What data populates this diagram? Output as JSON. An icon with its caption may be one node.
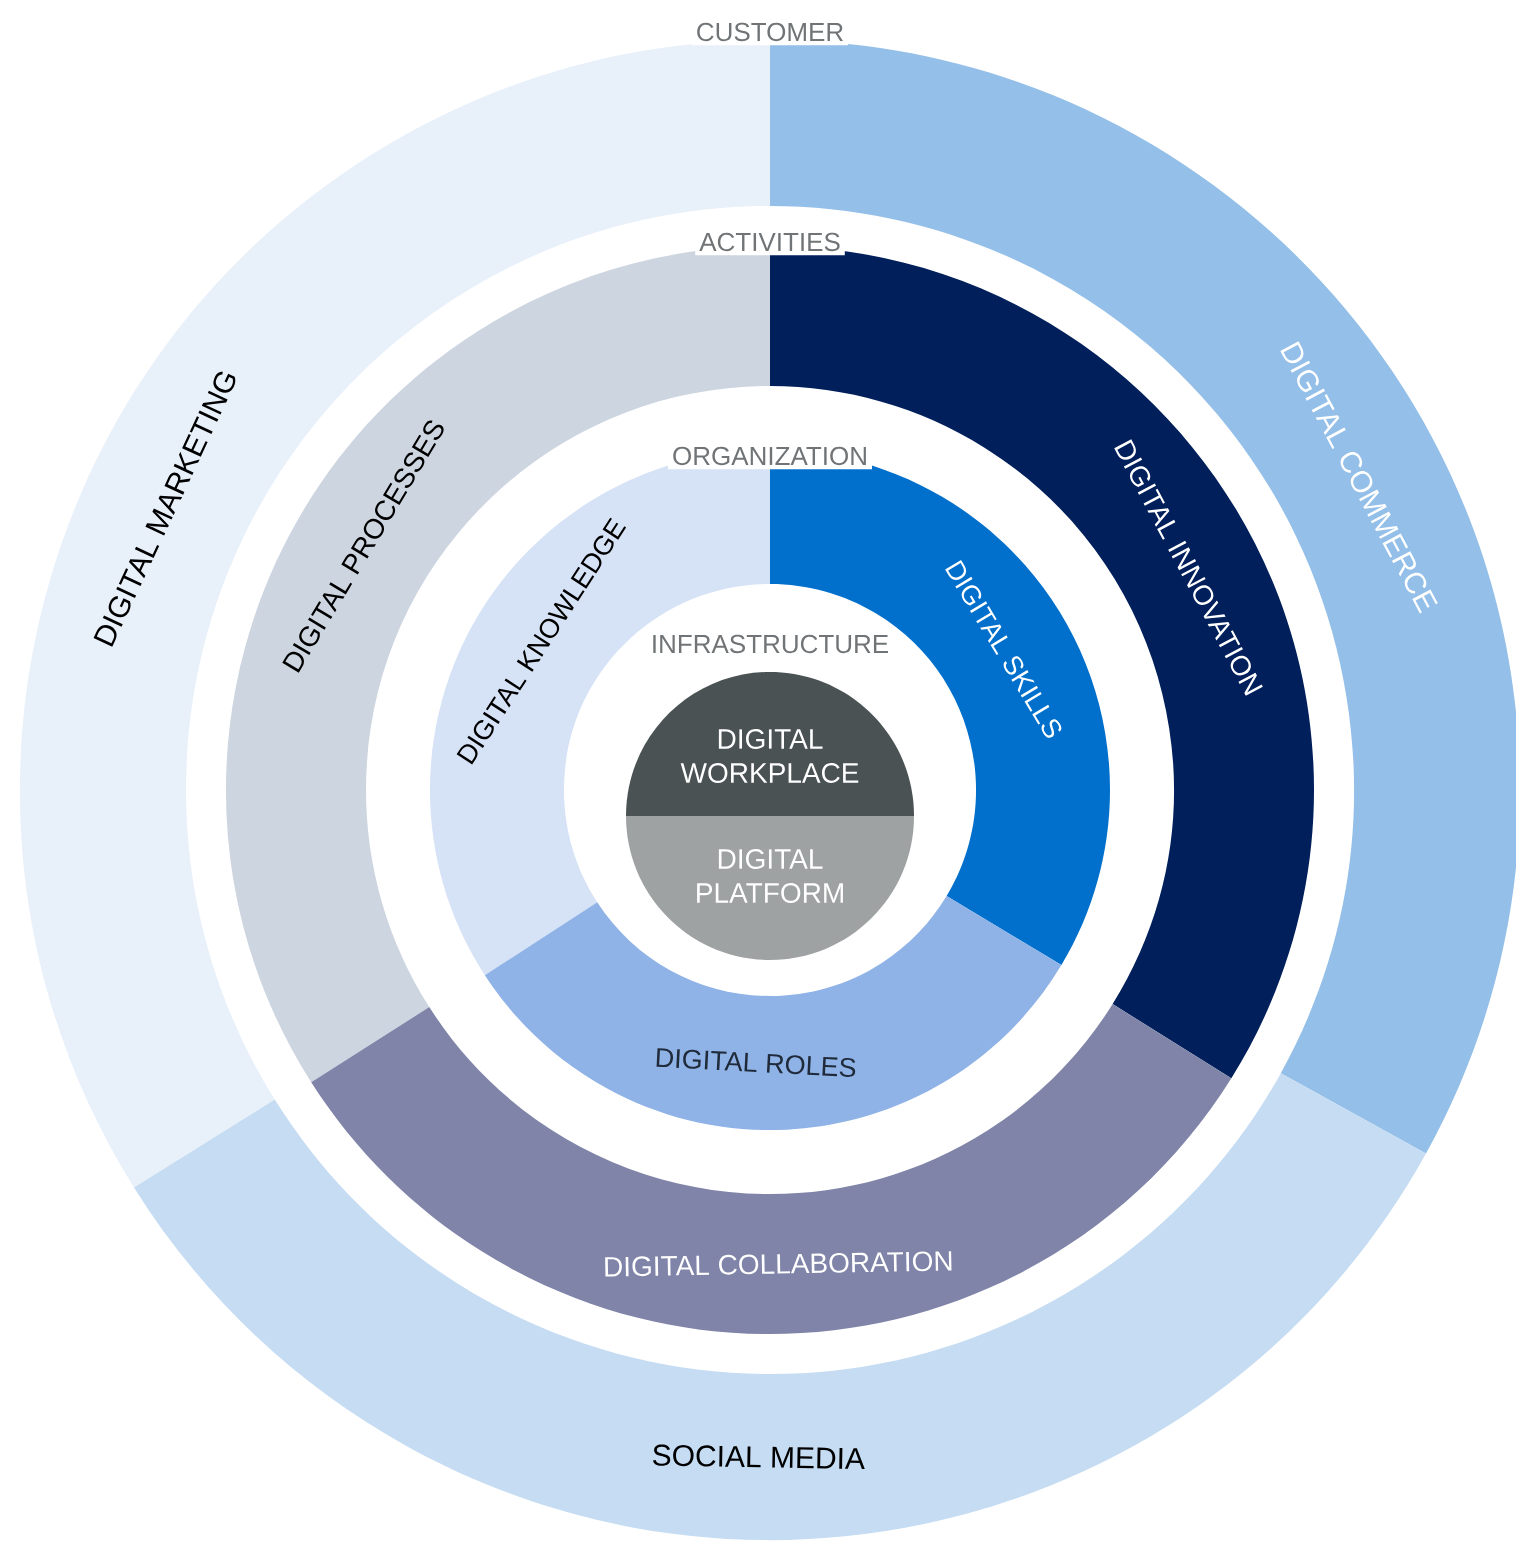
{
  "diagram": {
    "nodes": [
      {
        "text": [
          "DIGITAL MARKETING"
        ]
      },
      {
        "text": [
          "DIGITAL COMMERCE"
        ]
      },
      {
        "text": [
          "SOCIAL MEDIA"
        ]
      },
      {
        "text": [
          "DIGITAL PROCESSES"
        ]
      },
      {
        "text": [
          "DIGITAL INNOVATION"
        ]
      },
      {
        "text": [
          "DIGITAL COLLABORATION"
        ]
      },
      {
        "text": [
          "DIGITAL KNOWLEDGE"
        ]
      },
      {
        "text": [
          "DIGITAL SKILLS"
        ]
      },
      {
        "text": [
          "DIGITAL ROLES"
        ]
      },
      {
        "text": [
          "DIGITAL WORKPLACE"
        ]
      },
      {
        "text": [
          "DIGITAL PLATFORM"
        ]
      }
    ],
    "labels": [
      "CUSTOMER",
      "ACTIVITIES",
      "ORGANIZATION",
      "INFRASTRUCTURE"
    ]
  }
}
